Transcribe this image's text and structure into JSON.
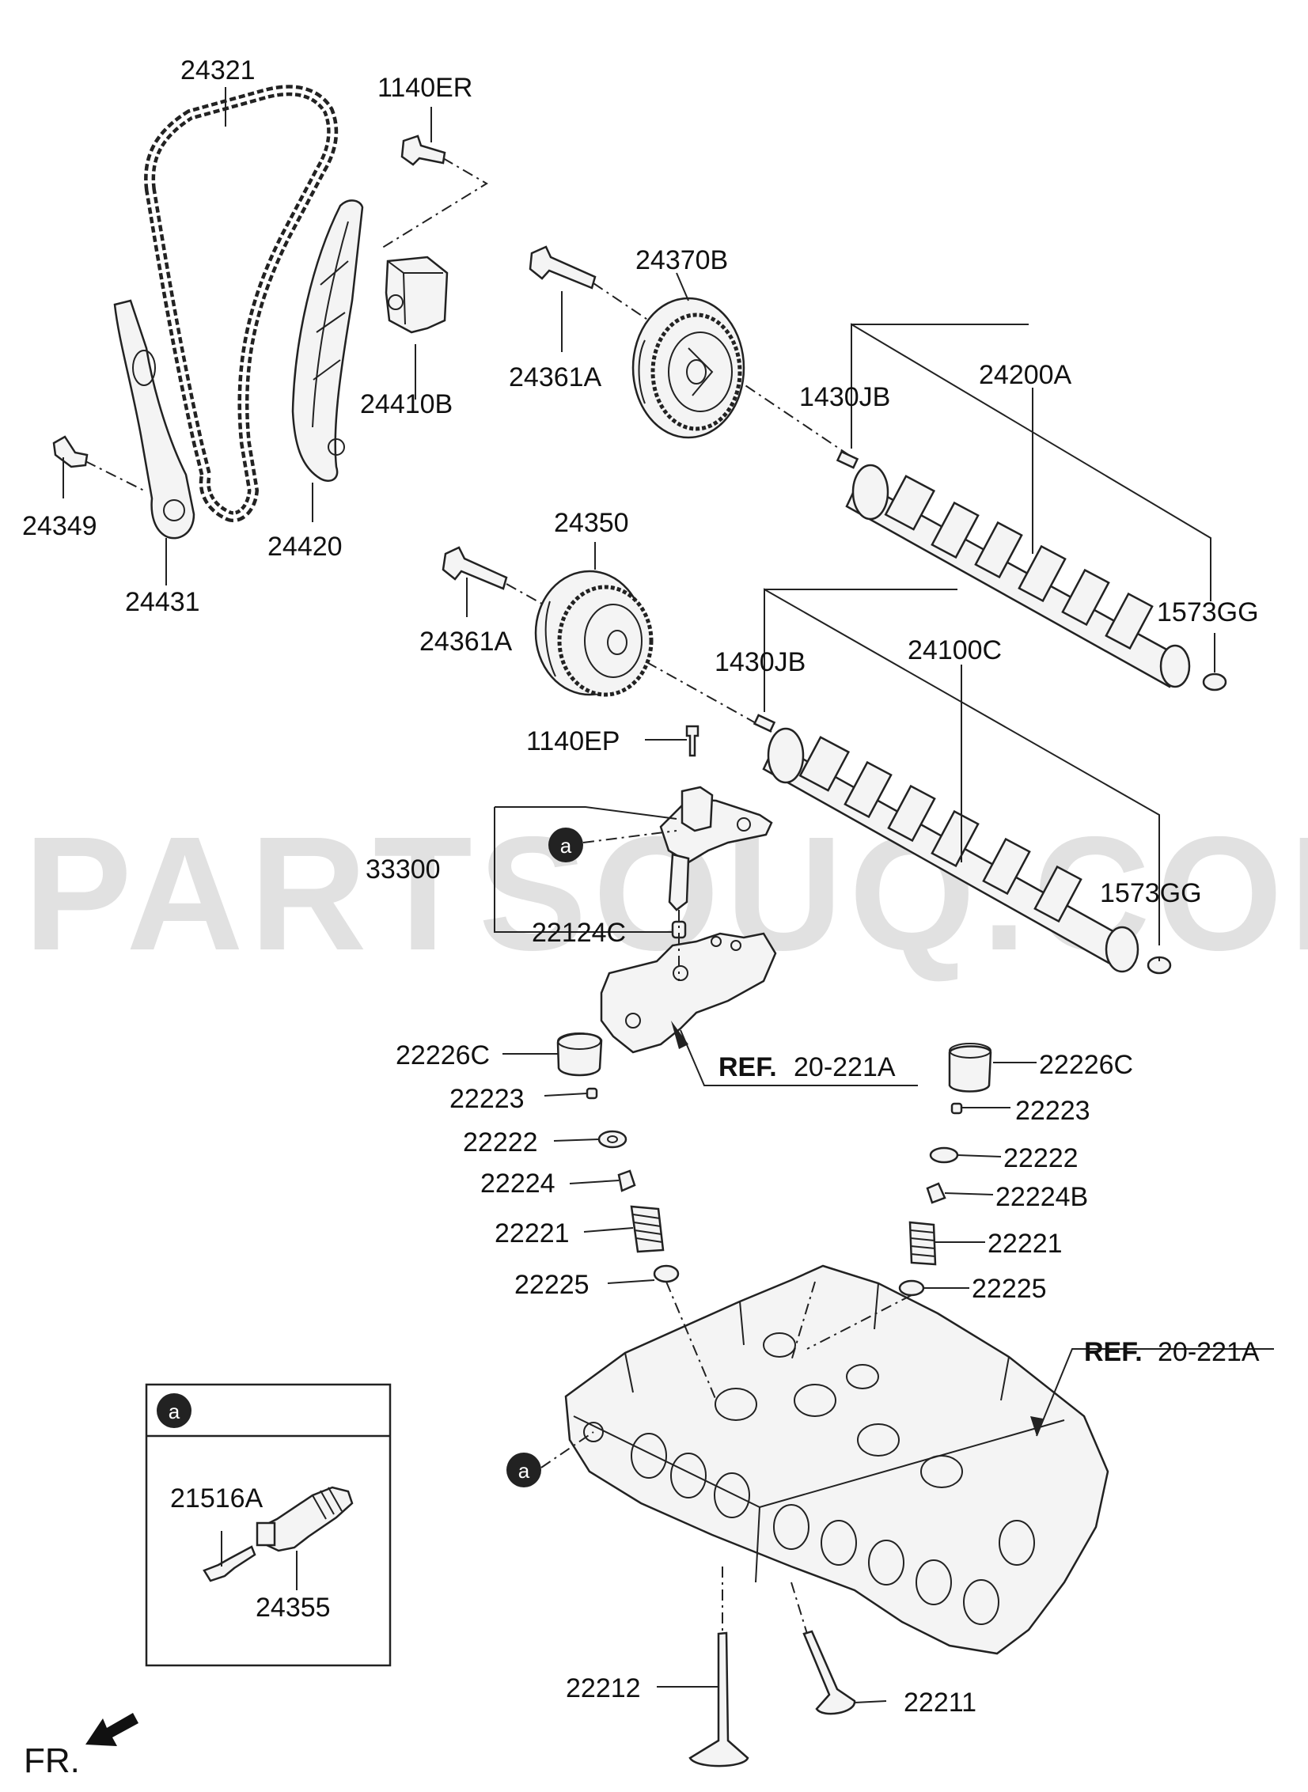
{
  "watermark": "PARTSOUQ.COM",
  "labels": {
    "p24321": "24321",
    "p1140ER": "1140ER",
    "p24370B": "24370B",
    "p24410B": "24410B",
    "p24361A_top": "24361A",
    "p1430JB_top": "1430JB",
    "p24200A": "24200A",
    "p24349": "24349",
    "p24420": "24420",
    "p24431": "24431",
    "p24350": "24350",
    "p24361A_mid": "24361A",
    "p1573GG_top": "1573GG",
    "p1430JB_mid": "1430JB",
    "p24100C": "24100C",
    "p1140EP": "1140EP",
    "p33300": "33300",
    "p1573GG_mid": "1573GG",
    "p22124C": "22124C",
    "p22226C_left": "22226C",
    "p22226C_right": "22226C",
    "p22223_left": "22223",
    "p22223_right": "22223",
    "p22222_left": "22222",
    "p22222_right": "22222",
    "p22224": "22224",
    "p22224B": "22224B",
    "p22221_left": "22221",
    "p22221_right": "22221",
    "p22225_left": "22225",
    "p22225_right": "22225",
    "p21516A": "21516A",
    "p24355": "24355",
    "p22212": "22212",
    "p22211": "22211"
  },
  "refs": {
    "ref1_prefix": "REF.",
    "ref1_number": "20-221A",
    "ref2_prefix": "REF.",
    "ref2_number": "20-221A"
  },
  "markers": {
    "callout": "a"
  },
  "direction": "FR."
}
